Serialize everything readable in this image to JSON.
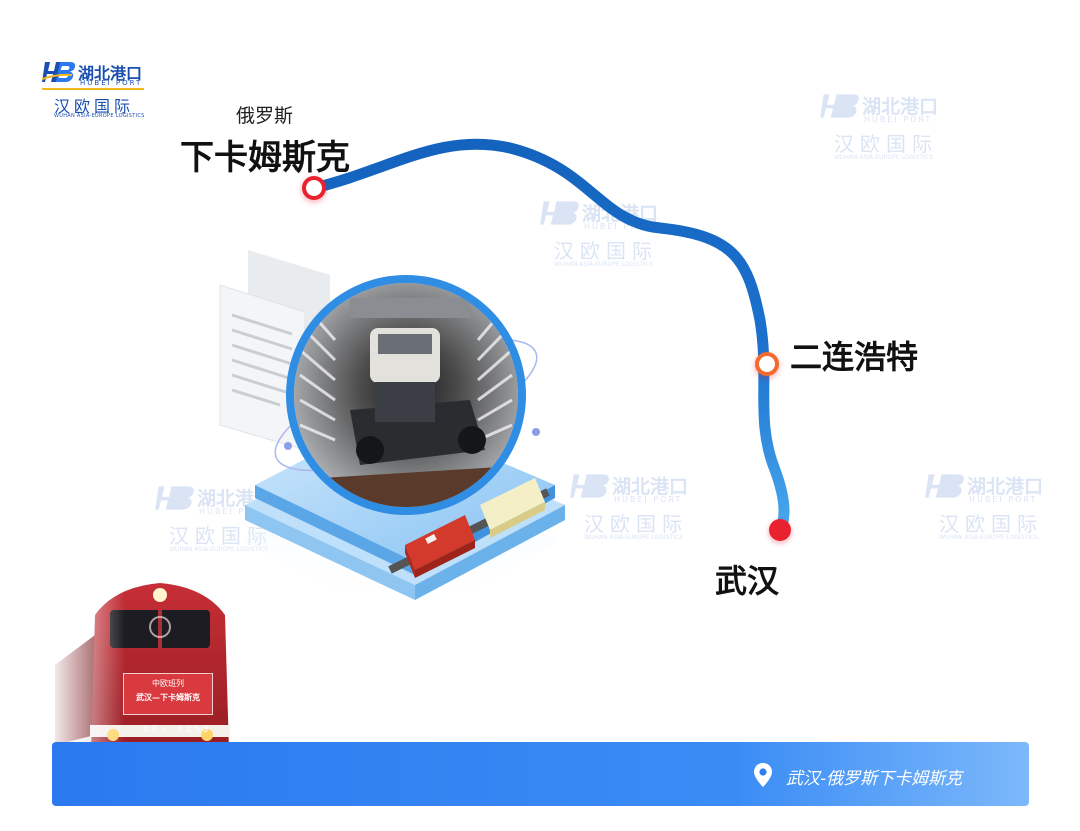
{
  "logo": {
    "brand_cn": "湖北港口",
    "brand_en": "HUBEI PORT",
    "sub_cn": "汉欧国际",
    "sub_en": "WUHAN ASIA-EUROPE LOGISTICS",
    "colors": {
      "blue": "#1a4fb0",
      "gold": "#f2b81b"
    }
  },
  "watermark": {
    "brand_cn": "湖北港口",
    "brand_en": "HUBEI PORT",
    "sub_cn": "汉欧国际",
    "sub_en": "WUHAN ASIA-EUROPE LOGISTICS"
  },
  "map": {
    "origin_country": "俄罗斯",
    "origin_city": "下卡姆斯克",
    "transit_city": "二连浩特",
    "destination_city": "武汉",
    "colors": {
      "route": "#1666c2",
      "route_light": "#3d9be6",
      "origin_marker": "#e8222f",
      "transit_marker": "#f26a2e",
      "dest_marker": "#e8222f"
    }
  },
  "locomotive": {
    "sign_line1": "中欧班列",
    "sign_line2": "武汉—下卡姆斯克",
    "number": "DF₄ 5253",
    "colors": {
      "body": "#b8252d",
      "stripe": "#ffffff"
    }
  },
  "banner": {
    "icon": "location-pin-icon",
    "route_text": "武汉-俄罗斯下卡姆斯克",
    "color": "#2b79ef"
  }
}
